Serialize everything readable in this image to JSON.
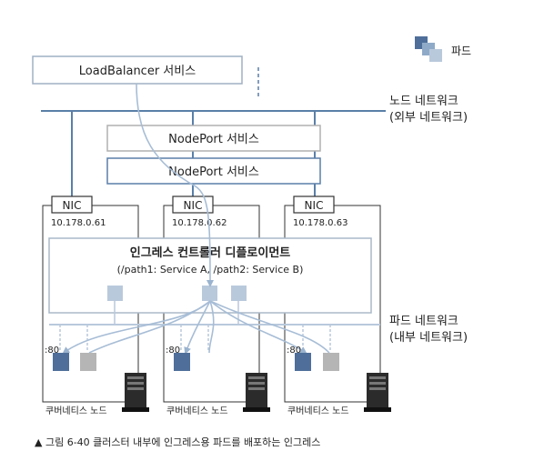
{
  "legend": {
    "label": "파드"
  },
  "networks": {
    "node_network": {
      "line1": "노드 네트워크",
      "line2": "(외부 네트워크)"
    },
    "pod_network": {
      "line1": "파드 네트워크",
      "line2": "(내부 네트워크)"
    }
  },
  "services": {
    "loadbalancer": "LoadBalancer 서비스",
    "nodeport_1": "NodePort 서비스",
    "nodeport_2": "NodePort 서비스"
  },
  "nodes": [
    {
      "nic": "NIC",
      "ip": "10.178.0.61",
      "port": ":80",
      "label": "쿠버네티스 노드"
    },
    {
      "nic": "NIC",
      "ip": "10.178.0.62",
      "port": ":80",
      "label": "쿠버네티스 노드"
    },
    {
      "nic": "NIC",
      "ip": "10.178.0.63",
      "port": ":80",
      "label": "쿠버네티스 노드"
    }
  ],
  "ingress": {
    "title": "인그레스 컨트롤러 디플로이먼트",
    "paths": "(/path1: Service A, /path2: Service B)"
  },
  "colors": {
    "network_line": "#5a7fa8",
    "pod_dark": "#4f6f9a",
    "pod_light": "#b9c9dc",
    "pod_gray": "#b5b5b5",
    "box_border": "#9fb0c4",
    "arrow": "#aac0d8"
  },
  "caption": "▲ 그림 6-40 클러스터 내부에 인그레스용 파드를 배포하는 인그레스"
}
